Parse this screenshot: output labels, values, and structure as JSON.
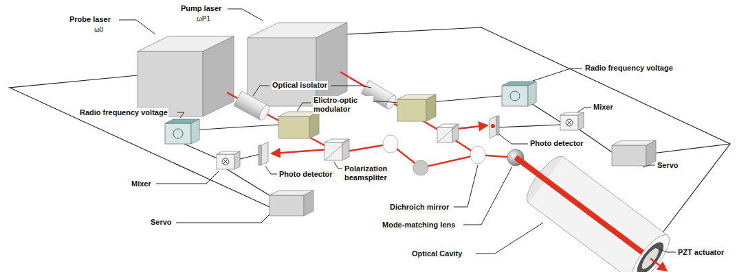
{
  "diagram": {
    "labels": [
      "Probe laser",
      "ω0",
      "Pump laser",
      "ωP1",
      "Radio frequency voltage",
      "Optical isolator",
      "Radio frequency voltage",
      "Elictro-optic modulator",
      "Mixer",
      "Photo detector",
      "Servo",
      "Mixer",
      "Photo detector",
      "Polarization beamspliter",
      "Servo",
      "Dichroich mirror",
      "Mode-matching lens",
      "Optical Cavity",
      "PZT actuator"
    ]
  }
}
